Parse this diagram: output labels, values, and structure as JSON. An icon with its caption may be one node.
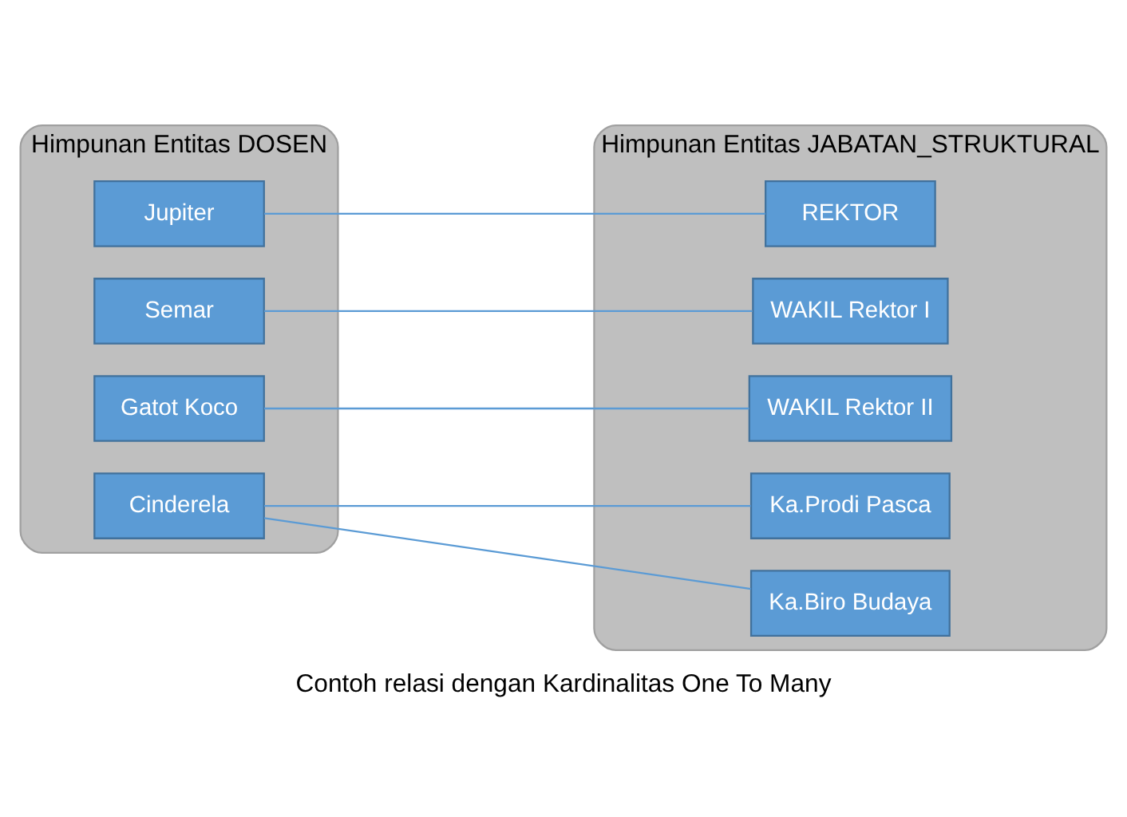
{
  "diagram": {
    "caption": "Contoh relasi dengan Kardinalitas One To Many",
    "nodes": [
      {
        "text": [
          "Himpunan Entitas DOSEN"
        ]
      },
      {
        "text": [
          "Himpunan Entitas JABATAN_STRUKTURAL"
        ]
      },
      {
        "text": [
          "Jupiter"
        ],
        "in": 0
      },
      {
        "text": [
          "Semar"
        ],
        "in": 0
      },
      {
        "text": [
          "Gatot Koco"
        ],
        "in": 0
      },
      {
        "text": [
          "Cinderela"
        ],
        "in": 0
      },
      {
        "text": [
          "REKTOR"
        ],
        "in": 1
      },
      {
        "text": [
          "WAKIL Rektor I"
        ],
        "in": 1
      },
      {
        "text": [
          "WAKIL Rektor II"
        ],
        "in": 1
      },
      {
        "text": [
          "Ka.Prodi Pasca"
        ],
        "in": 1
      },
      {
        "text": [
          "Ka.Biro Budaya"
        ],
        "in": 1
      }
    ],
    "edges": [
      {
        "from": 2,
        "to": 6,
        "arrow": "none"
      },
      {
        "from": 3,
        "to": 7,
        "arrow": "none"
      },
      {
        "from": 4,
        "to": 8,
        "arrow": "none"
      },
      {
        "from": 5,
        "to": 9,
        "arrow": "none"
      },
      {
        "from": 5,
        "to": 10,
        "arrow": "none"
      }
    ]
  }
}
